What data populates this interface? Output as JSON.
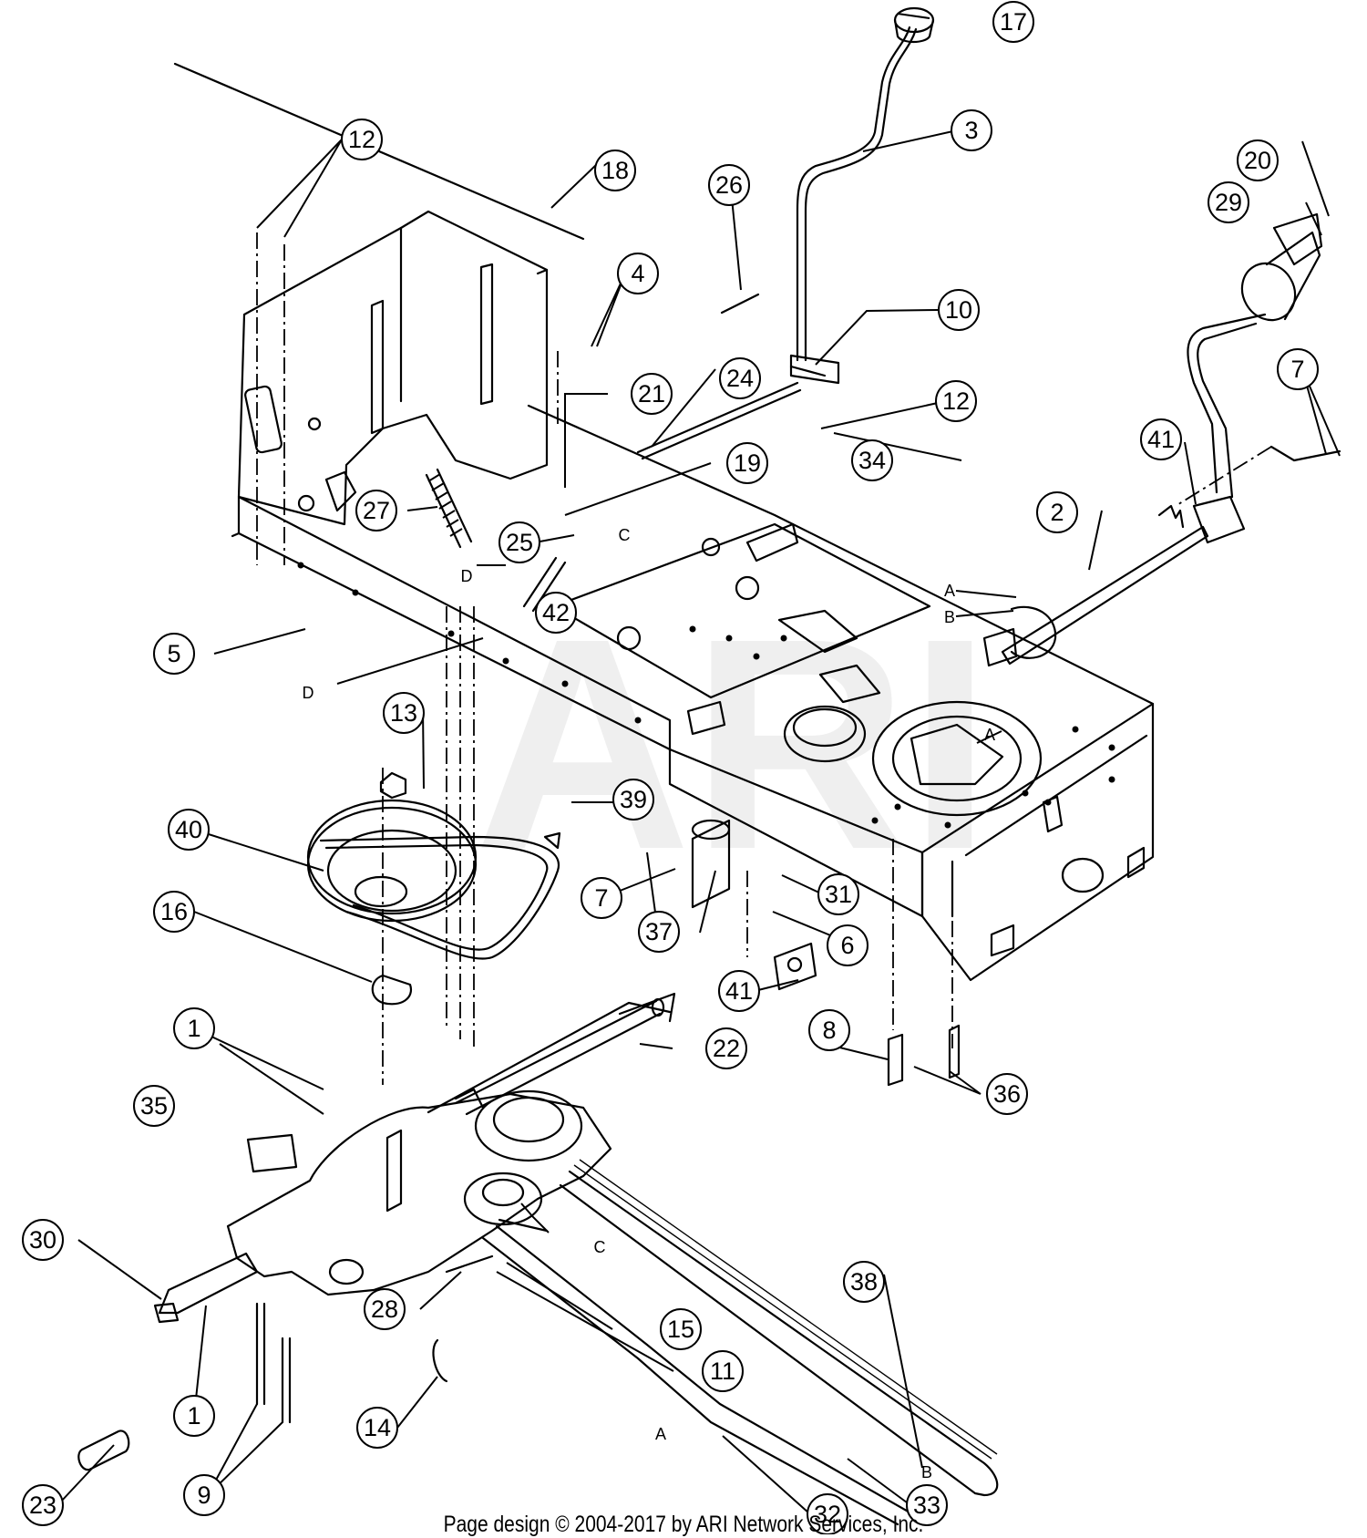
{
  "watermark": "ARI",
  "footer": {
    "credit": "Page design © 2004-2017 by ARI Network Services, Inc."
  },
  "callouts": [
    "1",
    "1",
    "2",
    "3",
    "4",
    "5",
    "6",
    "7",
    "7",
    "8",
    "9",
    "10",
    "11",
    "12",
    "12",
    "13",
    "14",
    "15",
    "16",
    "17",
    "18",
    "19",
    "20",
    "21",
    "22",
    "23",
    "24",
    "25",
    "26",
    "27",
    "28",
    "29",
    "30",
    "31",
    "32",
    "33",
    "34",
    "35",
    "36",
    "37",
    "38",
    "39",
    "40",
    "41",
    "41",
    "42"
  ],
  "reference_letters": [
    "A",
    "A",
    "A",
    "B",
    "B",
    "C",
    "C",
    "D",
    "D"
  ]
}
